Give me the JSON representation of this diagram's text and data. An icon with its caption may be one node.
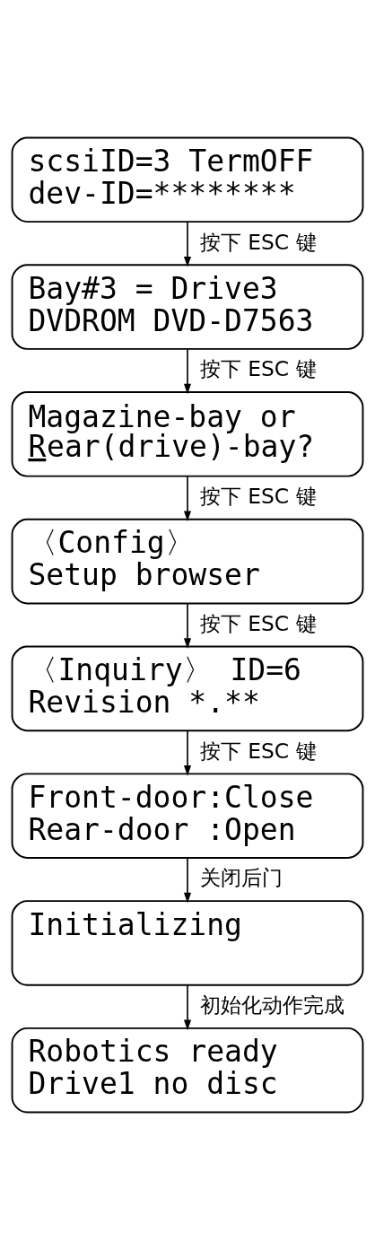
{
  "diagram": {
    "nodes": [
      {
        "text": [
          "scsiID=3 TermOFF",
          "dev-ID=********"
        ]
      },
      {
        "text": [
          "Bay#3 = Drive3",
          "DVDROM DVD-D7563"
        ]
      },
      {
        "text": [
          "Magazine-bay or",
          "Rear(drive)-bay?"
        ]
      },
      {
        "text": [
          "〈Config〉",
          "Setup browser"
        ]
      },
      {
        "text": [
          "〈Inquiry〉 ID=6",
          "Revision *.**"
        ]
      },
      {
        "text": [
          "Front-door:Close",
          "Rear-door :Open"
        ]
      },
      {
        "text": [
          "Initializing"
        ]
      },
      {
        "text": [
          "Robotics ready",
          "Drive1 no disc"
        ]
      }
    ],
    "edges": [
      {
        "from": 0,
        "to": 1,
        "arrow": "to",
        "label": "按下 ESC 键"
      },
      {
        "from": 1,
        "to": 2,
        "arrow": "to",
        "label": "按下 ESC 键"
      },
      {
        "from": 2,
        "to": 3,
        "arrow": "to",
        "label": "按下 ESC 键"
      },
      {
        "from": 3,
        "to": 4,
        "arrow": "to",
        "label": "按下 ESC 键"
      },
      {
        "from": 4,
        "to": 5,
        "arrow": "to",
        "label": "按下 ESC 键"
      },
      {
        "from": 5,
        "to": 6,
        "arrow": "to",
        "label": "关闭后门"
      },
      {
        "from": 6,
        "to": 7,
        "arrow": "to",
        "label": "初始化动作完成"
      }
    ]
  }
}
